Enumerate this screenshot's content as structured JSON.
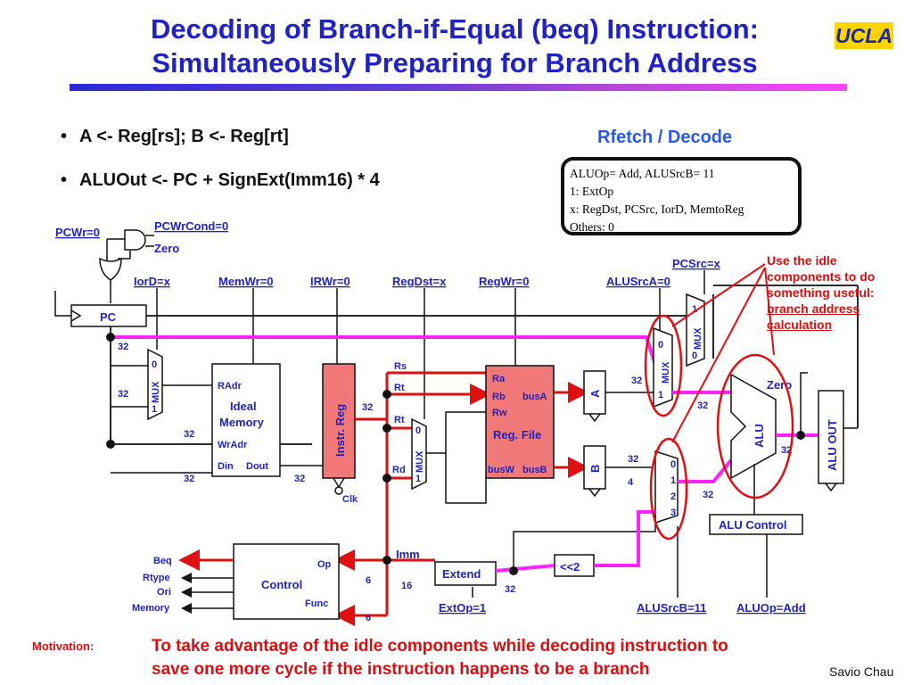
{
  "title": {
    "line1": "Decoding of Branch-if-Equal (beq) Instruction:",
    "line2": "Simultaneously Preparing for Branch Address"
  },
  "logo": "UCLA",
  "bullets": [
    "A <- Reg[rs]; B <- Reg[rt]",
    "ALUOut <- PC + SignExt(Imm16) * 4"
  ],
  "state": {
    "title": "Rfetch / Decode",
    "lines": [
      "ALUOp= Add, ALUSrcB= 11",
      "1: ExtOp",
      "x: RegDst, PCSrc, IorD, MemtoReg",
      "Others: 0"
    ]
  },
  "signals": {
    "pcwr": "PCWr=0",
    "pcwrcond": "PCWrCond=0",
    "zero": "Zero",
    "iord": "IorD=x",
    "memwr": "MemWr=0",
    "irwr": "IRWr=0",
    "regdst": "RegDst=x",
    "regwr": "RegWr=0",
    "alusrca": "ALUSrcA=0",
    "pcsrc": "PCSrc=x",
    "extop": "ExtOp=1",
    "alusrcb": "ALUSrcB=11",
    "aluop": "ALUOp=Add"
  },
  "blocks": {
    "pc": "PC",
    "mux": "MUX",
    "memory_radr": "RAdr",
    "memory_title1": "Ideal",
    "memory_title2": "Memory",
    "memory_wradr": "WrAdr",
    "memory_din": "Din",
    "memory_dout": "Dout",
    "instr_reg": "Instr. Reg",
    "clk": "Clk",
    "regfile_ra": "Ra",
    "regfile_rb": "Rb",
    "regfile_rw": "Rw",
    "regfile_busa": "busA",
    "regfile_busb": "busB",
    "regfile_busw": "busW",
    "regfile_title": "Reg. File",
    "reg_a": "A",
    "reg_b": "B",
    "alu": "ALU",
    "alu_zero": "Zero",
    "alu_out": "ALU OUT",
    "alu_control": "ALU Control",
    "control": "Control",
    "control_op": "Op",
    "control_func": "Func",
    "extend": "Extend",
    "shift": "<<2"
  },
  "fields": {
    "rs": "Rs",
    "rt": "Rt",
    "rt2": "Rt",
    "rd": "Rd",
    "imm": "Imm",
    "imm_width": "16"
  },
  "control_outputs": [
    "Beq",
    "Rtype",
    "Ori",
    "Memory"
  ],
  "widths": {
    "w32": "32",
    "w4": "4",
    "w6": "6",
    "w16": "16"
  },
  "mux_inputs": {
    "zero": "0",
    "one": "1",
    "two": "2",
    "three": "3"
  },
  "note": {
    "line1": "Use the idle",
    "line2": "components to do",
    "line3": "something useful:",
    "line4": "branch address",
    "line5": "calculation"
  },
  "footer": {
    "label": "Motivation:",
    "line1": "To take advantage of the idle components while decoding instruction to",
    "line2": "save one more cycle if the instruction happens to be a branch"
  },
  "author": "Savio Chau",
  "colors": {
    "title": "#1f23c4",
    "accent_red": "#e01010",
    "highlight": "#ff22ff",
    "instr_reg_fill": "#f07878",
    "regfile_fill": "#f07878",
    "logo_bg": "#ffd500"
  },
  "icons": {
    "and_gate": "and-gate-icon",
    "or_gate": "or-gate-icon",
    "clock": "clock-triangle-icon"
  }
}
